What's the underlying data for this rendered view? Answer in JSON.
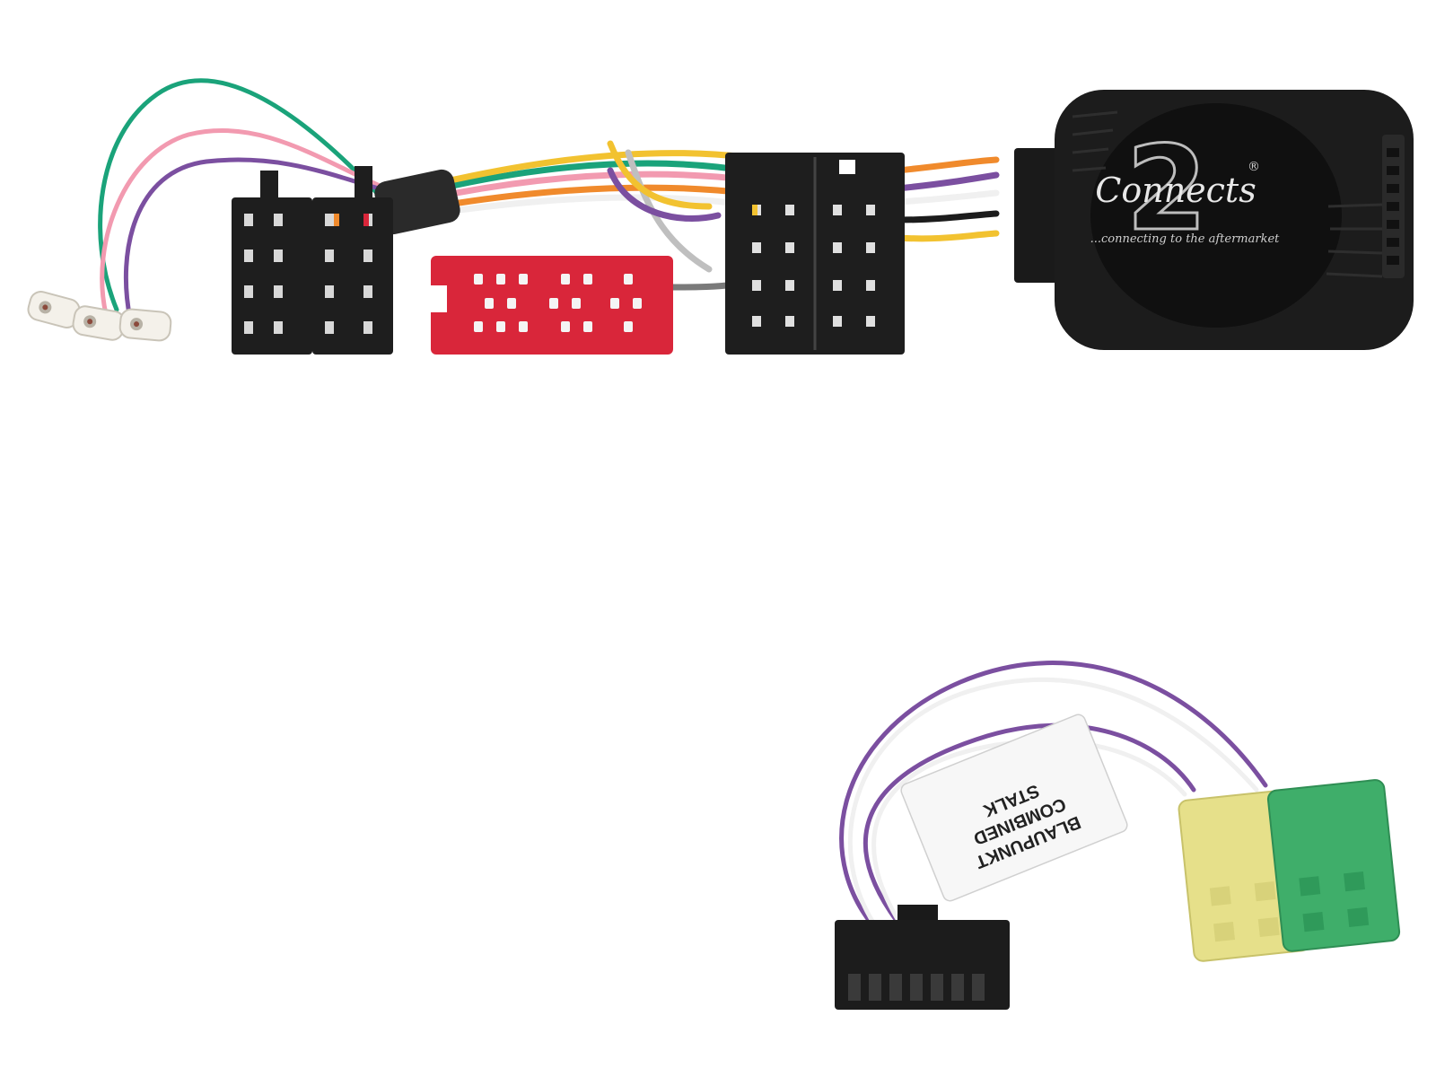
{
  "product": {
    "brand_logo": {
      "mark": "2",
      "script_text": "Connects",
      "registered": "®",
      "tagline": "...connecting to the aftermarket"
    },
    "label_tag": {
      "line1": "BLAUPUNKT",
      "line2": "COMBINED",
      "line3": "STALK"
    }
  },
  "colors": {
    "background": "#ffffff",
    "module_body": "#1c1c1c",
    "iso_connector": "#1e1e1e",
    "red_connector": "#d9263a",
    "yellow_connector": "#e6e08a",
    "green_connector": "#3fae6a",
    "wire_green": "#1aa37a",
    "wire_pink": "#f29ab0",
    "wire_purple": "#7b4fa0",
    "wire_orange": "#f08a2c",
    "wire_yellow": "#f2c230",
    "wire_white": "#f0f0f0"
  }
}
